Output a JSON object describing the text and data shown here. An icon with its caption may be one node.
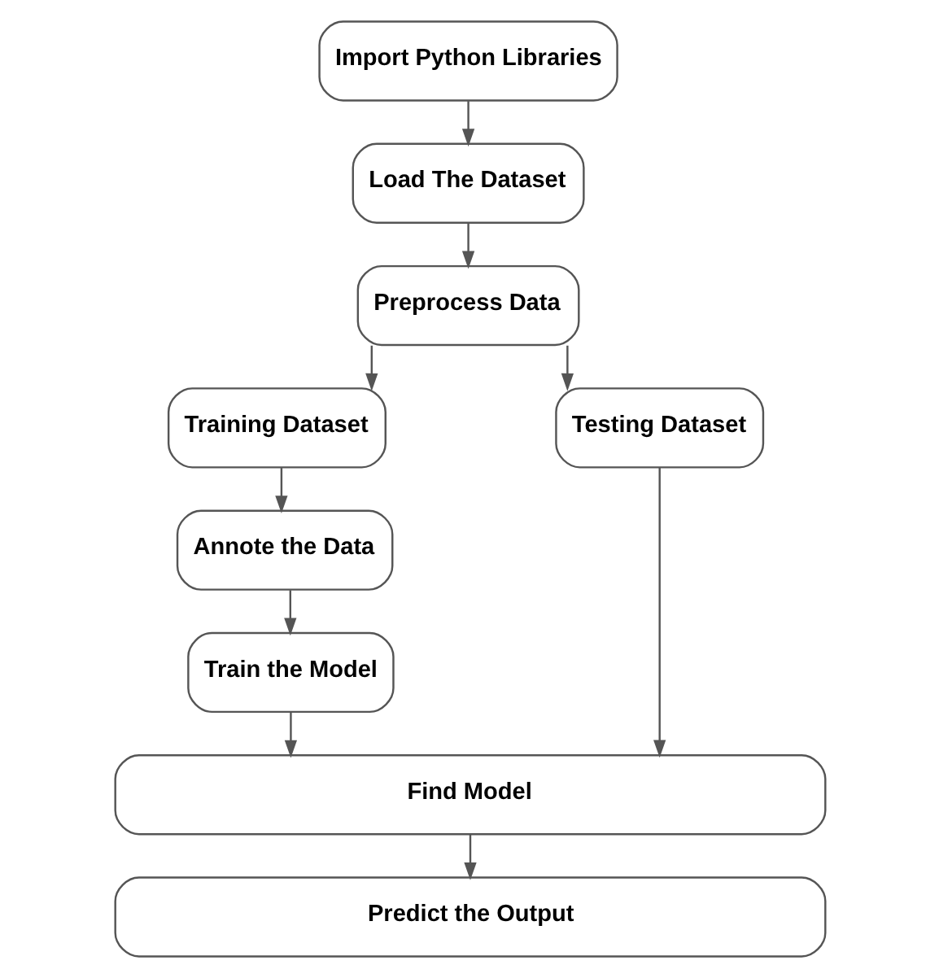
{
  "diagram": {
    "nodes": [
      {
        "text": [
          "Import Python Libraries"
        ]
      },
      {
        "text": [
          "Load The Dataset"
        ]
      },
      {
        "text": [
          "Preprocess Data"
        ]
      },
      {
        "text": [
          "Training Dataset"
        ]
      },
      {
        "text": [
          "Testing Dataset"
        ]
      },
      {
        "text": [
          "Annote the Data"
        ]
      },
      {
        "text": [
          "Train the Model"
        ]
      },
      {
        "text": [
          "Find Model"
        ]
      },
      {
        "text": [
          "Predict the Output"
        ]
      }
    ],
    "edges": [
      {
        "from": 0,
        "to": 1,
        "arrow": "to"
      },
      {
        "from": 1,
        "to": 2,
        "arrow": "to"
      },
      {
        "from": 2,
        "to": 3,
        "arrow": "to"
      },
      {
        "from": 2,
        "to": 4,
        "arrow": "to"
      },
      {
        "from": 3,
        "to": 5,
        "arrow": "to"
      },
      {
        "from": 5,
        "to": 6,
        "arrow": "to"
      },
      {
        "from": 6,
        "to": 7,
        "arrow": "to"
      },
      {
        "from": 4,
        "to": 7,
        "arrow": "to"
      },
      {
        "from": 7,
        "to": 8,
        "arrow": "to"
      }
    ]
  }
}
